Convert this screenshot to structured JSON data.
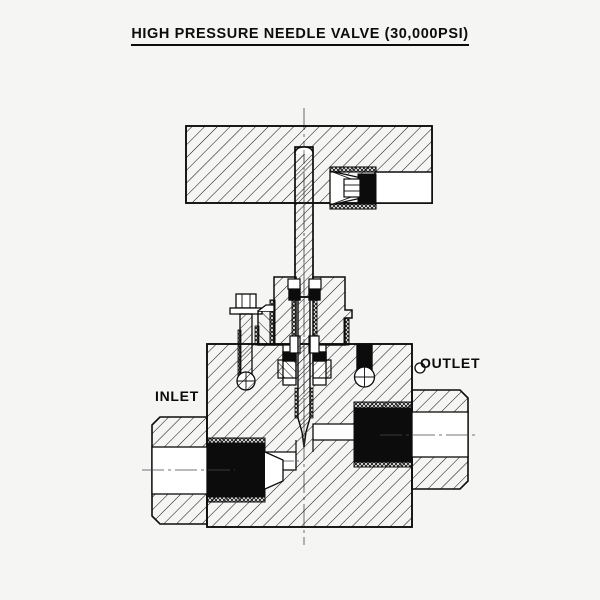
{
  "drawing": {
    "title": "HIGH PRESSURE NEEDLE VALVE (30,000PSI)",
    "labels": {
      "inlet": "INLET",
      "outlet": "OUTLET"
    },
    "colors": {
      "background": "#f5f5f4",
      "line": "#0c0c0c",
      "fill_solid": "#0c0c0c",
      "fill_open": "#ffffff",
      "hatch": "#0c0c0c"
    },
    "view": "sectional elevation",
    "components": [
      "handle-bar",
      "set-screw",
      "stem",
      "bonnet",
      "packing-gland",
      "gland-bolt",
      "body-bolt",
      "valve-body",
      "needle",
      "seat",
      "inlet-fitting",
      "outlet-fitting"
    ],
    "pressure_rating": "30,000PSI"
  }
}
